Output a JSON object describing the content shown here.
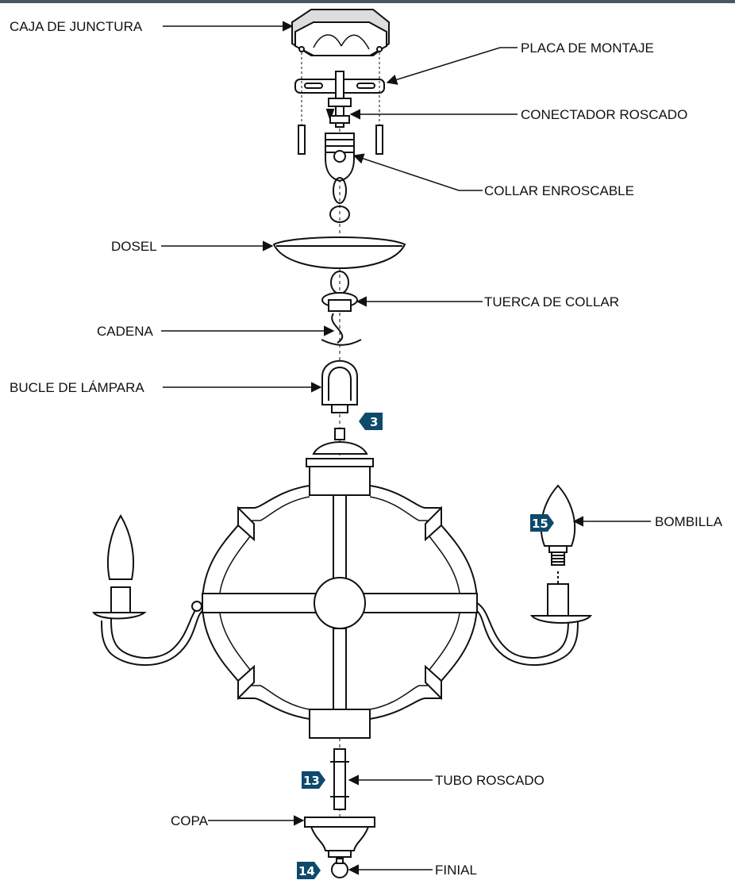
{
  "labels": {
    "junction_box": "CAJA DE JUNCTURA",
    "mounting_plate": "PLACA DE MONTAJE",
    "threaded_connector": "CONECTADOR ROSCADO",
    "screw_collar": "COLLAR ENROSCABLE",
    "canopy": "DOSEL",
    "collar_nut": "TUERCA DE COLLAR",
    "chain": "CADENA",
    "lamp_loop": "BUCLE DE LÁMPARA",
    "bulb": "BOMBILLA",
    "threaded_tube": "TUBO ROSCADO",
    "cup": "COPA",
    "finial": "FINIAL"
  },
  "badges": {
    "lamp_loop_ref": "3",
    "bulb_ref": "15",
    "tube_ref": "13",
    "finial_ref": "14"
  },
  "colors": {
    "badge": "#0d4a6b",
    "line": "#111111",
    "topbar": "#4a5560"
  }
}
